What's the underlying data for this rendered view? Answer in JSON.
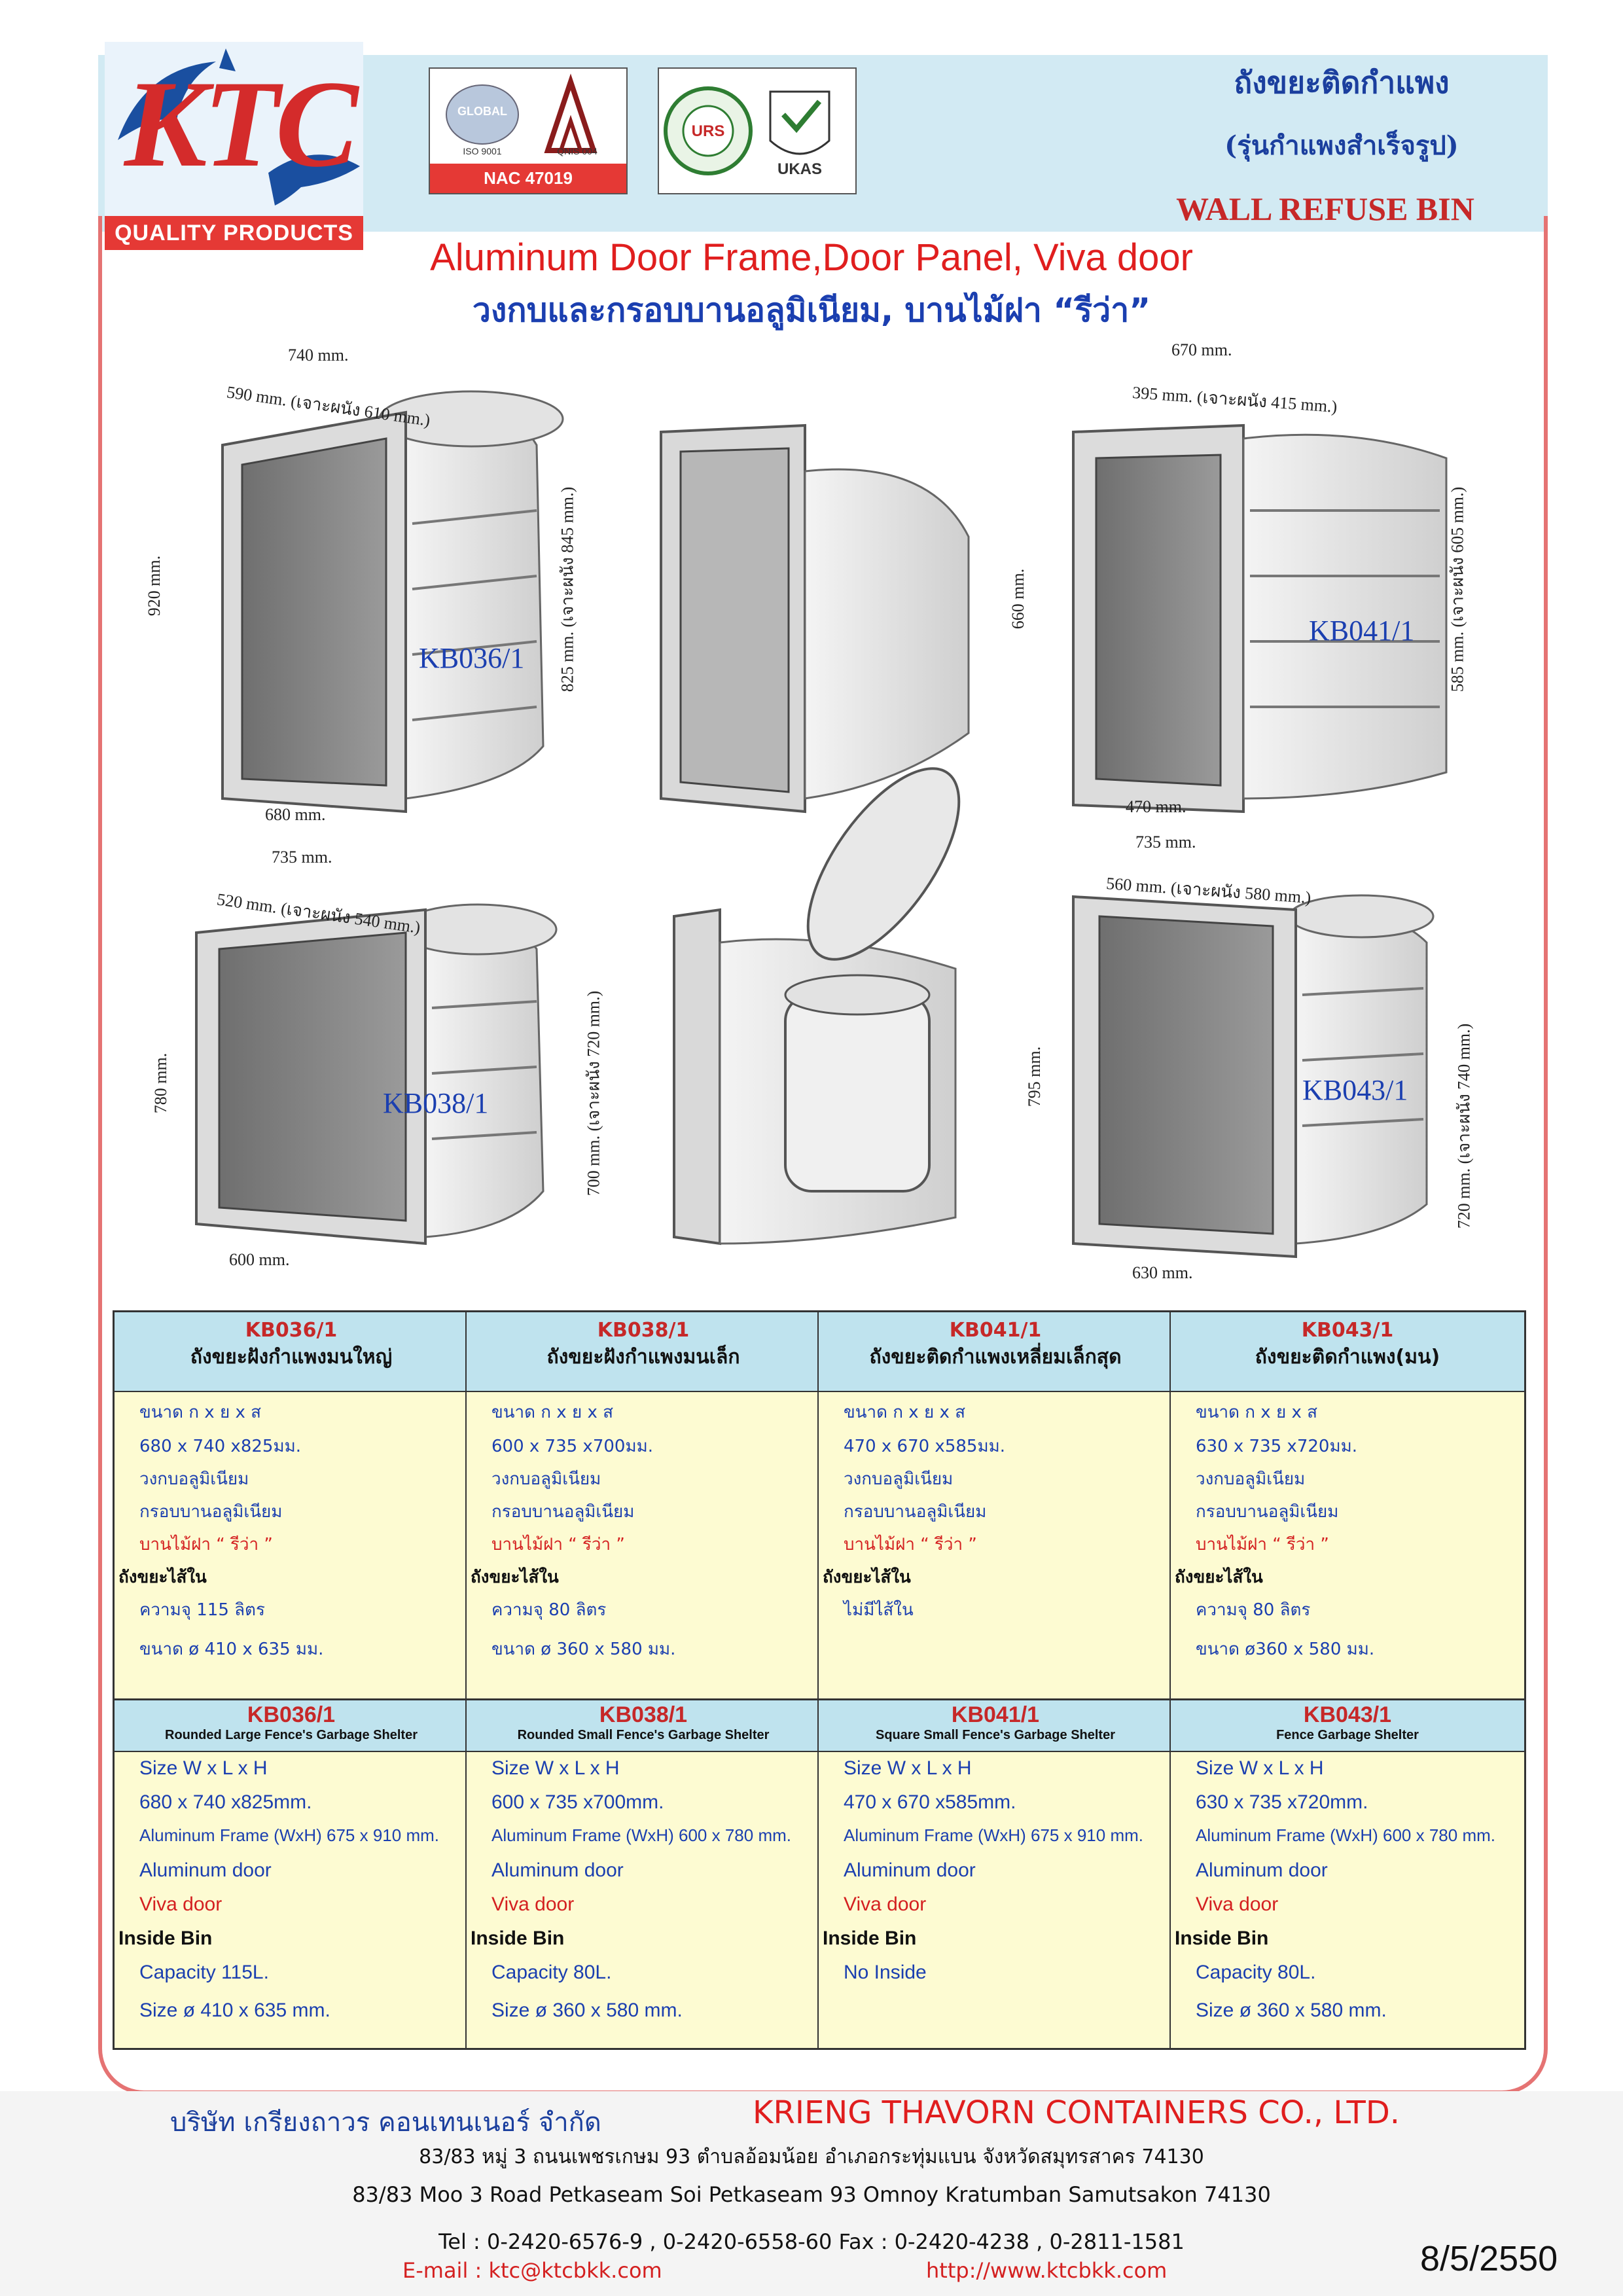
{
  "header": {
    "logo_text": "KTC",
    "logo_tagline": "QUALITY PRODUCTS",
    "cert1_top": "GLOBAL",
    "cert1_line1": "ISO 9001",
    "cert1_line2": "QNIS 004",
    "cert1_nac": "NAC 47019",
    "cert2_urs": "URS",
    "cert2_ukas": "UKAS",
    "title_th": "ถังขยะติดกำแพง",
    "subtitle_th": "(รุ่นกำแพงสำเร็จรูป)",
    "title_en": "WALL REFUSE BIN"
  },
  "heading": {
    "line1": "Aluminum Door Frame,Door Panel, Viva door",
    "line2": "วงกบและกรอบบานอลูมิเนียม, บานไม้ฝา “รีว่า”"
  },
  "figures": {
    "kb036": {
      "label": "KB036/1",
      "w_top": "740 mm.",
      "w_hole": "590 mm. (เจาะผนัง 610 mm.)",
      "h": "920 mm.",
      "h_hole": "825 mm. (เจาะผนัง 845 mm.)",
      "d": "680 mm."
    },
    "kb041": {
      "label": "KB041/1",
      "w_top": "670 mm.",
      "w_hole": "395 mm. (เจาะผนัง 415 mm.)",
      "h": "660 mm.",
      "h_hole": "585 mm. (เจาะผนัง 605 mm.)",
      "d": "470 mm."
    },
    "kb038": {
      "label": "KB038/1",
      "w_top": "735 mm.",
      "w_hole": "520 mm. (เจาะผนัง 540 mm.)",
      "h": "780 mm.",
      "h_hole": "700 mm. (เจาะผนัง 720 mm.)",
      "d": "600 mm."
    },
    "kb043": {
      "label": "KB043/1",
      "w_top": "735 mm.",
      "w_hole": "560 mm. (เจาะผนัง 580 mm.)",
      "h": "795 mm.",
      "h_hole": "720 mm. (เจาะผนัง 740 mm.)",
      "d": "630 mm."
    }
  },
  "table_th": [
    {
      "model": "KB036/1",
      "name": "ถังขยะฝังกำแพงมนใหญ่",
      "size_label": "ขนาด ก x ย x ส",
      "size": "680 x 740 x825มม.",
      "frame": "วงกบอลูมิเนียม",
      "door": "กรอบบานอลูมิเนียม",
      "viva": "บานไม้ฝา “ รีว่า ”",
      "inner": "ถังขยะไส้ใน",
      "capacity": "ความจุ 115 ลิตร",
      "inner_size": "ขนาด ø 410 x 635 มม."
    },
    {
      "model": "KB038/1",
      "name": "ถังขยะฝังกำแพงมนเล็ก",
      "size_label": "ขนาด ก x ย x ส",
      "size": "600 x 735 x700มม.",
      "frame": "วงกบอลูมิเนียม",
      "door": "กรอบบานอลูมิเนียม",
      "viva": "บานไม้ฝา “ รีว่า ”",
      "inner": "ถังขยะไส้ใน",
      "capacity": "ความจุ 80 ลิตร",
      "inner_size": "ขนาด ø 360 x 580 มม."
    },
    {
      "model": "KB041/1",
      "name": "ถังขยะติดกำแพงเหลี่ยมเล็กสุด",
      "size_label": "ขนาด ก x ย x ส",
      "size": "470 x 670 x585มม.",
      "frame": "วงกบอลูมิเนียม",
      "door": "กรอบบานอลูมิเนียม",
      "viva": "บานไม้ฝา “ รีว่า ”",
      "inner": "ถังขยะไส้ใน",
      "capacity": "ไม่มีไส้ใน",
      "inner_size": ""
    },
    {
      "model": "KB043/1",
      "name": "ถังขยะติดกำแพง(มน)",
      "size_label": "ขนาด ก x ย x ส",
      "size": "630 x 735 x720มม.",
      "frame": "วงกบอลูมิเนียม",
      "door": "กรอบบานอลูมิเนียม",
      "viva": "บานไม้ฝา “ รีว่า ”",
      "inner": "ถังขยะไส้ใน",
      "capacity": "ความจุ 80 ลิตร",
      "inner_size": "ขนาด ø360 x 580 มม."
    }
  ],
  "table_en": [
    {
      "model": "KB036/1",
      "name": "Rounded Large Fence's Garbage Shelter",
      "size_label": "Size W x L x H",
      "size": "680 x 740 x825mm.",
      "frame": "Aluminum Frame (WxH) 675 x 910 mm.",
      "door": "Aluminum door",
      "viva": "Viva door",
      "inner": "Inside Bin",
      "capacity": "Capacity 115L.",
      "inner_size": "Size ø 410 x 635 mm."
    },
    {
      "model": "KB038/1",
      "name": "Rounded Small Fence's Garbage Shelter",
      "size_label": "Size W x L x H",
      "size": "600 x 735 x700mm.",
      "frame": "Aluminum Frame (WxH) 600 x 780 mm.",
      "door": "Aluminum door",
      "viva": "Viva door",
      "inner": "Inside Bin",
      "capacity": "Capacity 80L.",
      "inner_size": "Size ø 360 x 580  mm."
    },
    {
      "model": "KB041/1",
      "name": "Square Small Fence's Garbage Shelter",
      "size_label": "Size W x L x H",
      "size": "470 x 670 x585mm.",
      "frame": "Aluminum Frame (WxH) 675 x 910 mm.",
      "door": "Aluminum door",
      "viva": "Viva door",
      "inner": "Inside Bin",
      "capacity": "No Inside",
      "inner_size": ""
    },
    {
      "model": "KB043/1",
      "name": "Fence Garbage Shelter",
      "size_label": "Size W x L x H",
      "size": "630 x 735 x720mm.",
      "frame": "Aluminum Frame (WxH) 600 x 780 mm.",
      "door": "Aluminum door",
      "viva": "Viva door",
      "inner": "Inside Bin",
      "capacity": "Capacity 80L.",
      "inner_size": "Size ø 360 x 580  mm."
    }
  ],
  "footer": {
    "company_th": "บริษัท เกรียงถาวร คอนเทนเนอร์ จำกัด",
    "company_en": "KRIENG THAVORN CONTAINERS CO., LTD.",
    "address_th": "83/83 หมู่ 3 ถนนเพชรเกษม 93 ตำบลอ้อมน้อย อำเภอกระทุ่มแบน จังหวัดสมุทรสาคร 74130",
    "address_en": "83/83 Moo 3 Road Petkaseam Soi Petkaseam 93 Omnoy Kratumban Samutsakon 74130",
    "tel": "Tel : 0-2420-6576-9 , 0-2420-6558-60  Fax : 0-2420-4238 , 0-2811-1581",
    "email": "E-mail : ktc@ktcbkk.com",
    "web": "http://www.ktcbkk.com",
    "date": "8/5/2550"
  },
  "colors": {
    "accent_red": "#e01e1e",
    "accent_blue": "#1b3fb0",
    "header_band": "#d2eaf3",
    "table_header": "#bfe3ee",
    "table_body": "#fdfbd2"
  }
}
